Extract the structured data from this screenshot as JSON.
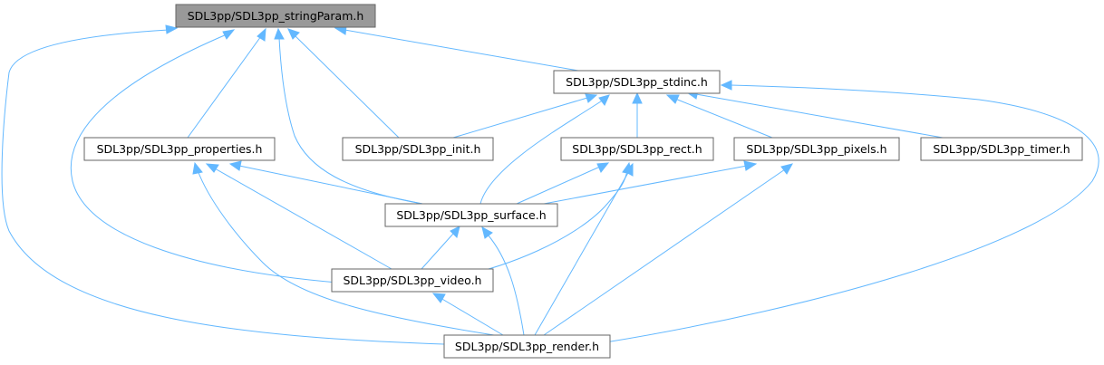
{
  "graph": {
    "colors": {
      "edge": "#63b8ff",
      "root_fill": "#999999",
      "node_border": "#666666",
      "node_fill": "#ffffff"
    },
    "nodes": {
      "stringparam": "SDL3pp/SDL3pp_stringParam.h",
      "stdinc": "SDL3pp/SDL3pp_stdinc.h",
      "properties": "SDL3pp/SDL3pp_properties.h",
      "init": "SDL3pp/SDL3pp_init.h",
      "rect": "SDL3pp/SDL3pp_rect.h",
      "pixels": "SDL3pp/SDL3pp_pixels.h",
      "timer": "SDL3pp/SDL3pp_timer.h",
      "surface": "SDL3pp/SDL3pp_surface.h",
      "video": "SDL3pp/SDL3pp_video.h",
      "render": "SDL3pp/SDL3pp_render.h"
    }
  }
}
